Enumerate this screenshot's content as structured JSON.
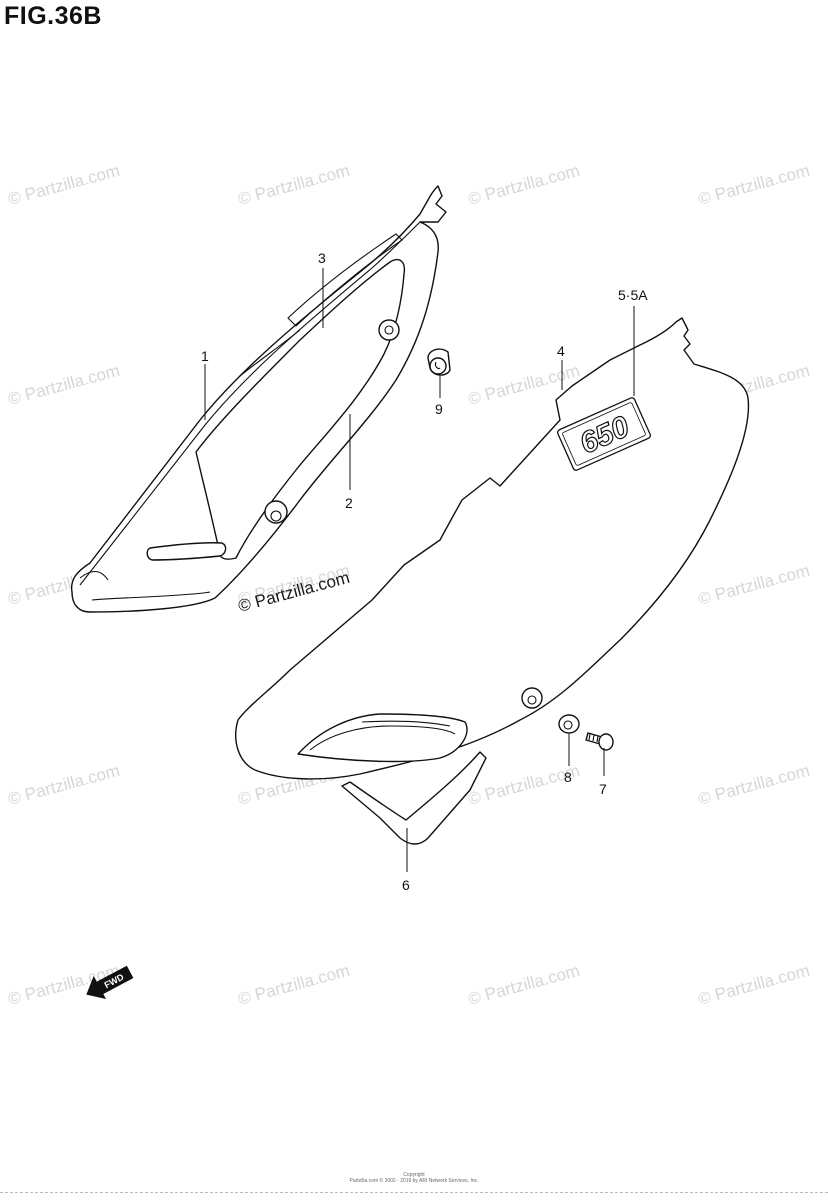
{
  "figure": {
    "title": "FIG.36B"
  },
  "watermark": {
    "text": "© Partzilla.com"
  },
  "decal": {
    "text": "650"
  },
  "fwd_arrow": {
    "label": "FWD"
  },
  "callouts": [
    {
      "id": "1",
      "label": "1"
    },
    {
      "id": "2",
      "label": "2"
    },
    {
      "id": "3",
      "label": "3"
    },
    {
      "id": "4",
      "label": "4"
    },
    {
      "id": "5",
      "label": "5·5A"
    },
    {
      "id": "6",
      "label": "6"
    },
    {
      "id": "7",
      "label": "7"
    },
    {
      "id": "8",
      "label": "8"
    },
    {
      "id": "9",
      "label": "9"
    }
  ],
  "footer": {
    "line1": "Copyright",
    "line2": "Partzilla.com © 2002 - 2019 by ARI Network Services, Inc."
  }
}
